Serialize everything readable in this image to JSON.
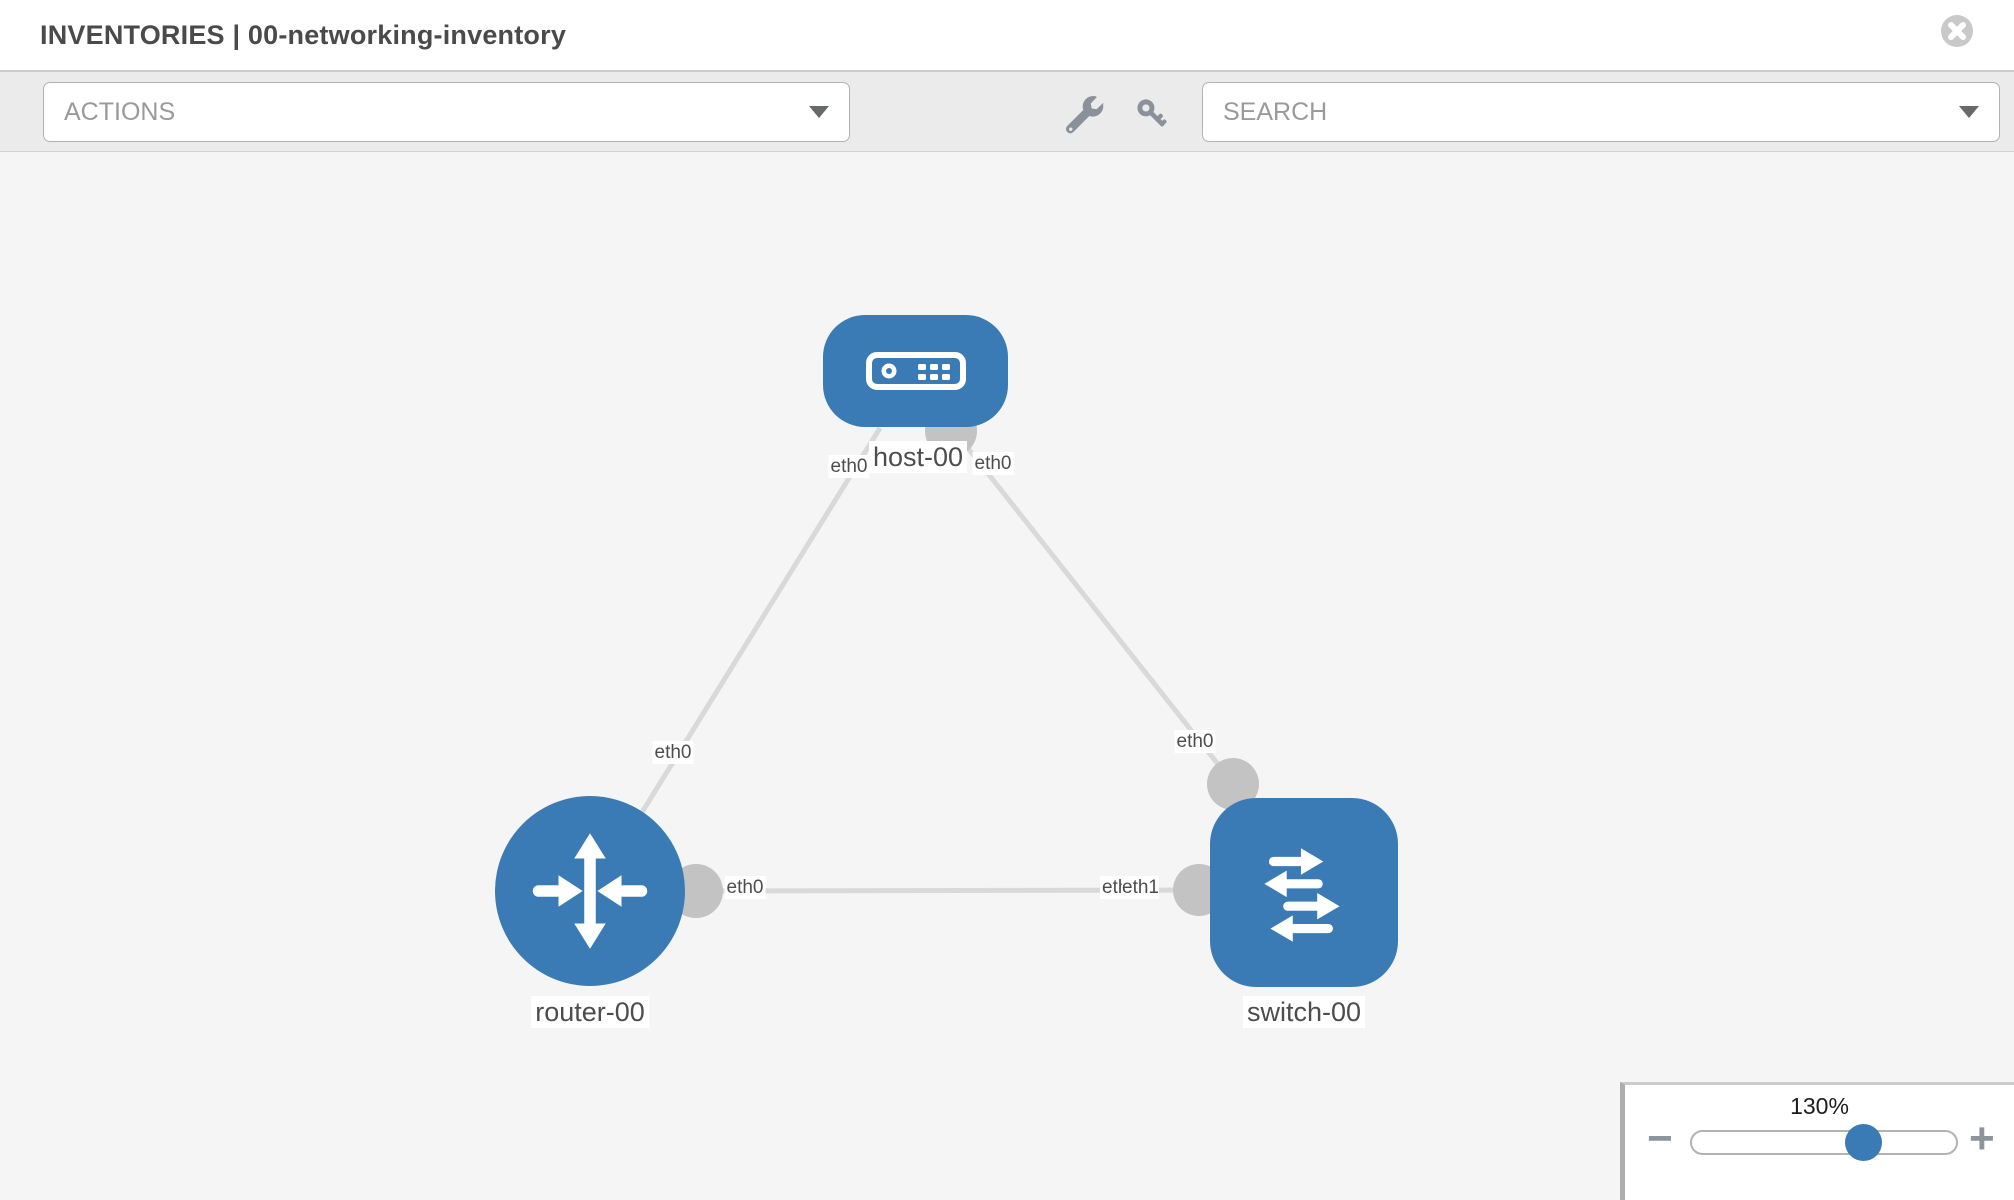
{
  "header": {
    "title": "INVENTORIES | 00-networking-inventory"
  },
  "toolbar": {
    "actions": {
      "label": "ACTIONS"
    },
    "search": {
      "label": "SEARCH"
    },
    "icons": [
      "wrench-icon",
      "key-icon"
    ]
  },
  "topology": {
    "nodes": [
      {
        "label": "host-00",
        "type": "host"
      },
      {
        "label": "router-00",
        "type": "router"
      },
      {
        "label": "switch-00",
        "type": "switch"
      }
    ],
    "links": [
      {
        "source": "host-00",
        "source_interface": "eth0",
        "target": "router-00",
        "target_interface": "eth0"
      },
      {
        "source": "host-00",
        "source_interface": "eth0",
        "target": "switch-00",
        "target_interface": "eth0"
      },
      {
        "source": "router-00",
        "source_interface": "eth0",
        "target": "switch-00",
        "target_interface": "eth1"
      }
    ],
    "labels": {
      "host": "host-00",
      "router": "router-00",
      "switch": "switch-00",
      "host_port_left": "eth0",
      "host_port_right": "eth0",
      "edge_host_router_port": "eth0",
      "edge_host_switch_port": "eth0",
      "edge_router_switch_port_near_router": "eth0",
      "edge_router_switch_port_back": "eth0",
      "edge_router_switch_port_front": "eth1"
    }
  },
  "zoom_control": {
    "level": "130%",
    "minus_label": "−",
    "plus_label": "+"
  },
  "colors": {
    "node_blue": "#3b7bb5",
    "edge_gray": "#d9d9d9",
    "connector_gray": "#c3c3c3",
    "toolbar_bg": "#ebebeb",
    "canvas_bg": "#f5f5f5"
  }
}
